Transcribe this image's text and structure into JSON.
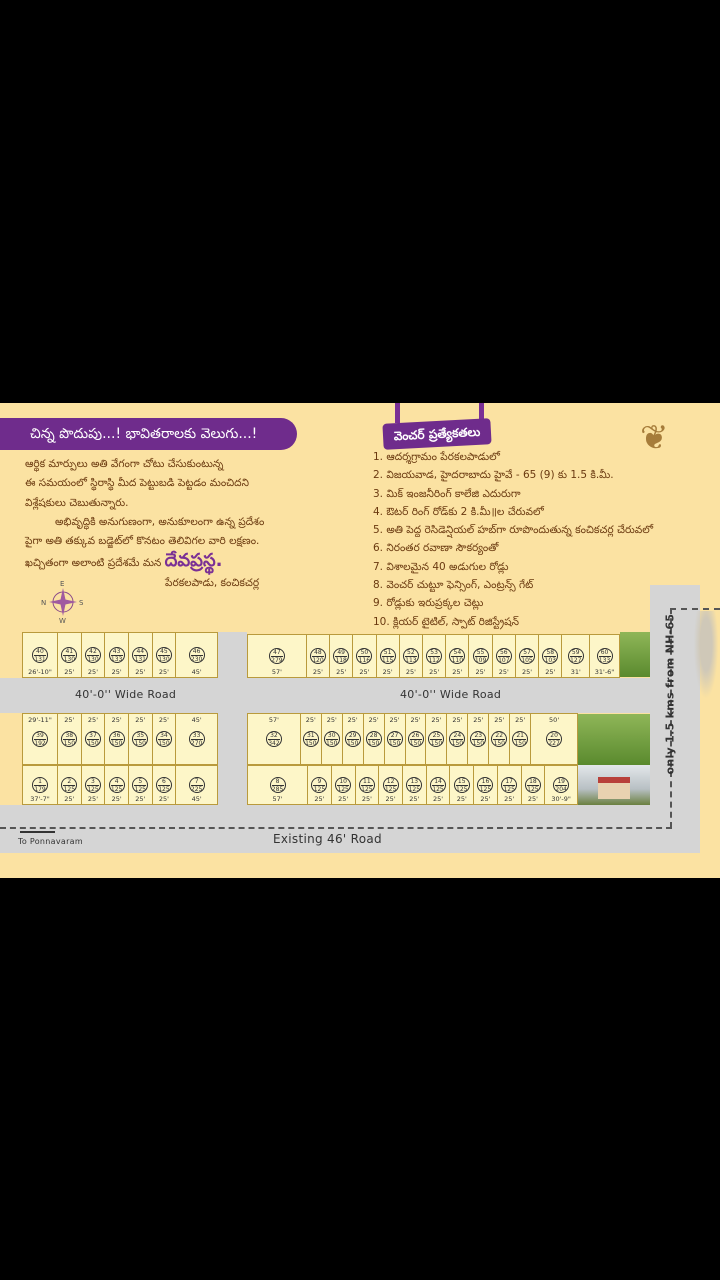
{
  "banner": "చిన్న పొదుపు...! భావితరాలకు వెలుగు...!",
  "intro": [
    "ఆర్థిక మార్పులు అతి వేగంగా చోటు చేసుకుంటున్న",
    "ఈ సమయంలో స్థిరాస్థి మీద పెట్టుబడి పెట్టడం మంచిదని",
    "విశ్లేషకులు చెబుతున్నారు.",
    "అభివృద్ధికి అనుగుణంగా, అనుకూలంగా ఉన్న ప్రదేశం",
    "పైగా అతి తక్కువ బడ్జెట్‌లో కొనటం తెలివిగల వారి లక్షణం.",
    "ఖచ్చితంగా అలాంటి ప్రదేశమే మన"
  ],
  "brand": "దేవప్రస్థ.",
  "location": "పేరకలపాడు, కంచికచర్ల",
  "compass": {
    "n": "N",
    "s": "S",
    "e": "E",
    "w": "W"
  },
  "features_title": "వెంచర్ ప్రత్యేకతలు",
  "features": [
    "1. ఆదర్శగ్రామం పేరకలపాడులో",
    "2. విజయవాడ, హైదరాబాదు హైవే - 65 (9) కు 1.5 కి.మీ.",
    "3. మిక్ ఇంజనీరింగ్ కాలేజి ఎదురుగా",
    "4. ఔటర్ రింగ్ రోడ్‌కు 2 కి.మీ॥ల చేరువలో",
    "5. అతి పెద్ద రెసిడెన్షియల్ హబ్‌గా రూపొందుతున్న కంచికచర్ల చేరువలో",
    "6. నిరంతర రవాణా సౌకర్యంతో",
    "7. విశాలమైన 40 అడుగుల రోడ్లు",
    "8. వెంచర్ చుట్టూ ఫెన్సింగ్, ఎంట్రన్స్ గేట్",
    "9. రోడ్లుకు ఇరుప్రక్కల చెట్లు",
    "10. క్లియర్ టైటిల్, స్పాట్ రిజిస్ట్రేషన్"
  ],
  "roads": {
    "inner_left": "40'-0'' Wide Road",
    "inner_right": "40'-0'' Wide Road",
    "existing": "Existing 46' Road",
    "to": "To Ponnavaram",
    "nh": "only 1.5 kms from NH-65"
  },
  "plots": {
    "left_top": [
      {
        "n": "40",
        "a": "131",
        "d": "26'-10\""
      },
      {
        "n": "41",
        "a": "130",
        "d": "25'"
      },
      {
        "n": "42",
        "a": "130",
        "d": "25'"
      },
      {
        "n": "43",
        "a": "133",
        "d": "25'"
      },
      {
        "n": "44",
        "a": "131",
        "d": "25'"
      },
      {
        "n": "45",
        "a": "130",
        "d": "25'"
      },
      {
        "n": "46",
        "a": "230",
        "d": "45'"
      }
    ],
    "left_mid": [
      {
        "n": "39",
        "a": "192",
        "d": "29'-11\""
      },
      {
        "n": "38",
        "a": "150",
        "d": "25'"
      },
      {
        "n": "37",
        "a": "150",
        "d": "25'"
      },
      {
        "n": "36",
        "a": "150",
        "d": "25'"
      },
      {
        "n": "35",
        "a": "150",
        "d": "25'"
      },
      {
        "n": "34",
        "a": "150",
        "d": "25'"
      },
      {
        "n": "33",
        "a": "270",
        "d": "45'"
      }
    ],
    "left_bot": [
      {
        "n": "1",
        "a": "179",
        "d": "37'-7\""
      },
      {
        "n": "2",
        "a": "125",
        "d": "25'"
      },
      {
        "n": "3",
        "a": "125",
        "d": "25'"
      },
      {
        "n": "4",
        "a": "125",
        "d": "25'"
      },
      {
        "n": "5",
        "a": "125",
        "d": "25'"
      },
      {
        "n": "6",
        "a": "125",
        "d": "25'"
      },
      {
        "n": "7",
        "a": "225",
        "d": "45'"
      }
    ],
    "right_top": [
      {
        "n": "47",
        "a": "279",
        "d": "57'"
      },
      {
        "n": "48",
        "a": "120",
        "d": "25'"
      },
      {
        "n": "49",
        "a": "118",
        "d": "25'"
      },
      {
        "n": "50",
        "a": "116",
        "d": "25'"
      },
      {
        "n": "51",
        "a": "115",
        "d": "25'"
      },
      {
        "n": "52",
        "a": "113",
        "d": "25'"
      },
      {
        "n": "53",
        "a": "112",
        "d": "25'"
      },
      {
        "n": "54",
        "a": "110",
        "d": "25'"
      },
      {
        "n": "55",
        "a": "109",
        "d": "25'"
      },
      {
        "n": "56",
        "a": "107",
        "d": "25'"
      },
      {
        "n": "57",
        "a": "105",
        "d": "25'"
      },
      {
        "n": "58",
        "a": "103",
        "d": "25'"
      },
      {
        "n": "59",
        "a": "127",
        "d": "31'"
      },
      {
        "n": "60",
        "a": "133",
        "d": "31'-6\""
      }
    ],
    "right_mid": [
      {
        "n": "32",
        "a": "342",
        "d": "57'"
      },
      {
        "n": "31",
        "a": "150",
        "d": "25'"
      },
      {
        "n": "30",
        "a": "150",
        "d": "25'"
      },
      {
        "n": "29",
        "a": "150",
        "d": "25'"
      },
      {
        "n": "28",
        "a": "150",
        "d": "25'"
      },
      {
        "n": "27",
        "a": "150",
        "d": "25'"
      },
      {
        "n": "26",
        "a": "150",
        "d": "25'"
      },
      {
        "n": "25",
        "a": "150",
        "d": "25'"
      },
      {
        "n": "24",
        "a": "150",
        "d": "25'"
      },
      {
        "n": "23",
        "a": "150",
        "d": "25'"
      },
      {
        "n": "22",
        "a": "150",
        "d": "25'"
      },
      {
        "n": "21",
        "a": "150",
        "d": "25'"
      },
      {
        "n": "20",
        "a": "227",
        "d": "50'"
      }
    ],
    "right_bot": [
      {
        "n": "8",
        "a": "285",
        "d": "57'"
      },
      {
        "n": "9",
        "a": "125",
        "d": "25'"
      },
      {
        "n": "10",
        "a": "125",
        "d": "25'"
      },
      {
        "n": "11",
        "a": "125",
        "d": "25'"
      },
      {
        "n": "12",
        "a": "125",
        "d": "25'"
      },
      {
        "n": "13",
        "a": "125",
        "d": "25'"
      },
      {
        "n": "14",
        "a": "125",
        "d": "25'"
      },
      {
        "n": "15",
        "a": "125",
        "d": "25'"
      },
      {
        "n": "16",
        "a": "125",
        "d": "25'"
      },
      {
        "n": "17",
        "a": "125",
        "d": "25'"
      },
      {
        "n": "18",
        "a": "125",
        "d": "25'"
      },
      {
        "n": "19",
        "a": "204",
        "d": "30'-9\""
      }
    ]
  }
}
